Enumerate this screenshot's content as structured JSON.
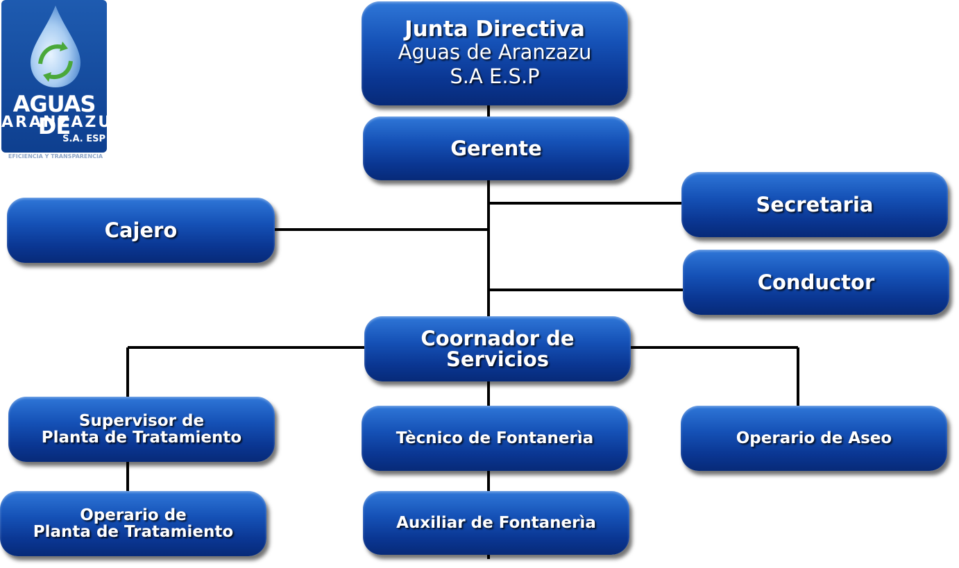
{
  "logo": {
    "name_line1": "AGUAS DE",
    "name_line2": "ARANZAZU",
    "suffix": "S.A. ESP",
    "tagline": "EFICIENCIA Y TRANSPARENCIA"
  },
  "nodes": {
    "junta": {
      "line1": "Junta Directiva",
      "line2": "Aguas de Aranzazu",
      "line3": "S.A E.S.P"
    },
    "gerente": {
      "label": "Gerente"
    },
    "secretaria": {
      "label": "Secretaria"
    },
    "cajero": {
      "label": "Cajero"
    },
    "conductor": {
      "label": "Conductor"
    },
    "coordinador": {
      "line1": "Coornador de",
      "line2": "Servicios"
    },
    "supervisor": {
      "line1": "Supervisor de",
      "line2": "Planta de Tratamiento"
    },
    "tecnico": {
      "label": "Tècnico de Fontanerìa"
    },
    "operario_aseo": {
      "label": "Operario de Aseo"
    },
    "operario_planta": {
      "line1": "Operario de",
      "line2": "Planta de Tratamiento"
    },
    "auxiliar": {
      "label": "Auxiliar de Fontanerìa"
    }
  },
  "colors": {
    "node_fill": "#0a3692",
    "connector": "#000000"
  }
}
